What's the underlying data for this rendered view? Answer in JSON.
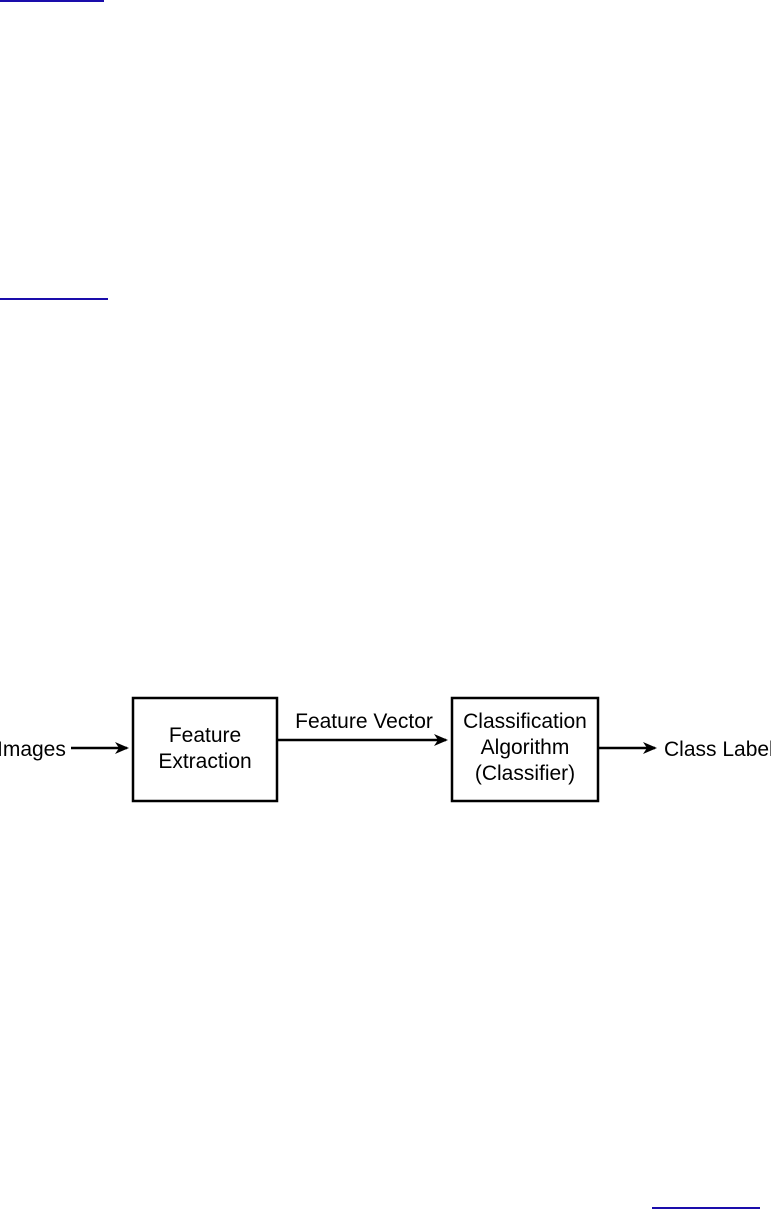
{
  "diagram": {
    "input_label": "Images",
    "box1_line1": "Feature",
    "box1_line2": "Extraction",
    "edge_label": "Feature Vector",
    "box2_line1": "Classification",
    "box2_line2": "Algorithm",
    "box2_line3": "(Classifier)",
    "output_label": "Class Label"
  },
  "colors": {
    "link": "#1a0dab",
    "stroke": "#000000",
    "background": "#ffffff"
  }
}
